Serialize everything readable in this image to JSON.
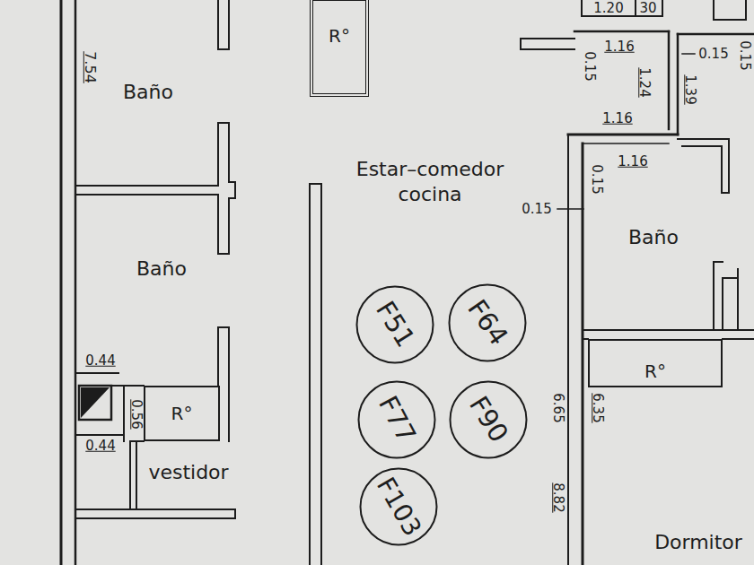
{
  "diagram": {
    "nodes": [
      {
        "text": [
          "R°"
        ]
      },
      {
        "text": [
          "F51"
        ]
      },
      {
        "text": [
          "F64"
        ]
      },
      {
        "text": [
          "F77"
        ]
      },
      {
        "text": [
          "F90"
        ]
      },
      {
        "text": [
          "R°"
        ]
      },
      {
        "text": [
          "R°"
        ]
      },
      {
        "text": [
          "F103"
        ]
      }
    ],
    "labels": [
      "1.20",
      "30",
      "1.16",
      "0.15",
      "0.15",
      "0.15",
      "7.54",
      "Baño",
      "1.24",
      "1.39",
      "1.16",
      "1.16",
      "Estar–comedor cocina",
      "0.15",
      "0.15",
      "Baño",
      "Baño",
      "0.44",
      "6.65",
      "6.35",
      "0.56",
      "0.44",
      "vestidor",
      "8.82",
      "Dormitor"
    ]
  }
}
